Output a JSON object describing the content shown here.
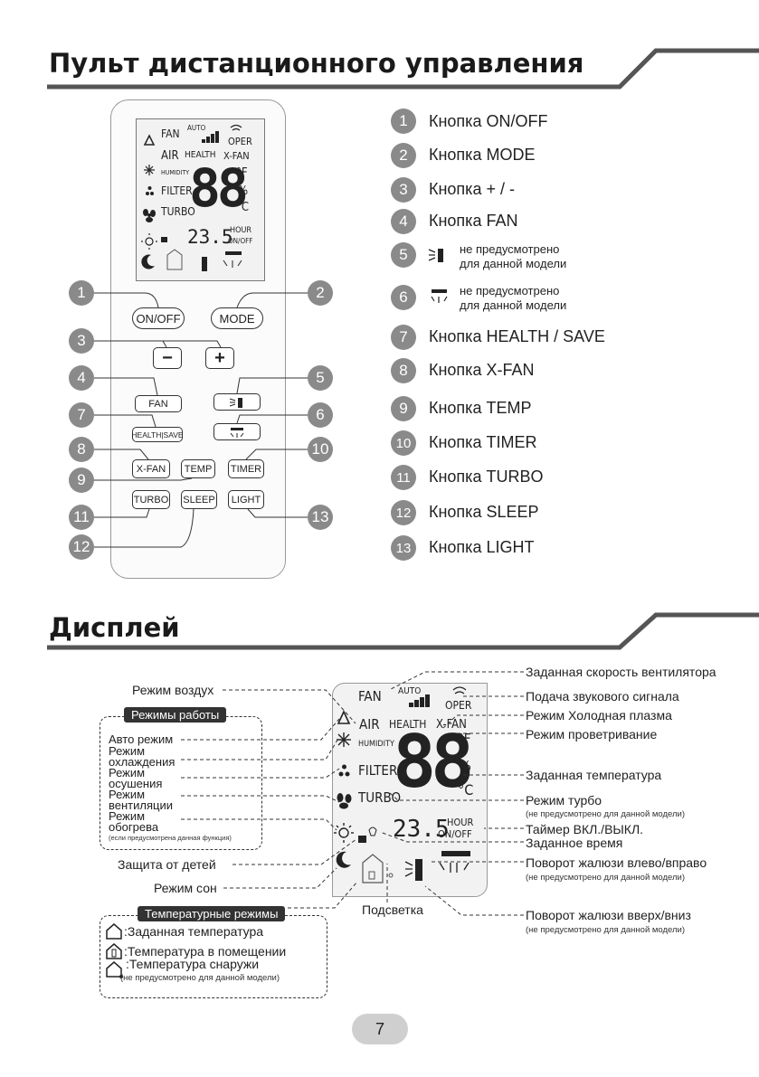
{
  "section1": {
    "title": "Пульт дистанционного управления"
  },
  "section2": {
    "title": "Дисплей"
  },
  "remote": {
    "screen": {
      "fan": "FAN",
      "auto": "AUTO",
      "oper": "OPER",
      "air": "AIR",
      "health": "HEALTH",
      "xfan": "X-FAN",
      "humidity": "HUMIDITY",
      "filter": "FILTER",
      "turbo": "TURBO",
      "digits": "88",
      "fahrenheit": "°F",
      "percent": "%",
      "celsius": "°C",
      "time": "23.5",
      "hour": "HOUR",
      "onoff": "ON/OFF"
    },
    "buttons": {
      "onoff": "ON/OFF",
      "mode": "MODE",
      "minus": "−",
      "plus": "+",
      "fan": "FAN",
      "health_save": "HEALTH|SAVE",
      "xfan": "X-FAN",
      "temp": "TEMP",
      "timer": "TIMER",
      "turbo": "TURBO",
      "sleep": "SLEEP",
      "light": "LIGHT"
    }
  },
  "callouts": [
    "1",
    "2",
    "3",
    "4",
    "5",
    "6",
    "7",
    "8",
    "9",
    "10",
    "11",
    "12",
    "13"
  ],
  "legend": [
    {
      "n": "1",
      "text": "Кнопка ON/OFF"
    },
    {
      "n": "2",
      "text": "Кнопка MODE"
    },
    {
      "n": "3",
      "text": "Кнопка + / -"
    },
    {
      "n": "4",
      "text": "Кнопка FAN"
    },
    {
      "n": "5",
      "text": "не предусмотрено",
      "text2": "для данной модели"
    },
    {
      "n": "6",
      "text": "не предусмотрено",
      "text2": "для данной модели"
    },
    {
      "n": "7",
      "text": "Кнопка HEALTH / SAVE"
    },
    {
      "n": "8",
      "text": "Кнопка X-FAN"
    },
    {
      "n": "9",
      "text": "Кнопка TEMP"
    },
    {
      "n": "10",
      "text": "Кнопка TIMER"
    },
    {
      "n": "11",
      "text": "Кнопка TURBO"
    },
    {
      "n": "12",
      "text": "Кнопка SLEEP"
    },
    {
      "n": "13",
      "text": "Кнопка LIGHT"
    }
  ],
  "display": {
    "fan": "FAN",
    "auto": "AUTO",
    "oper": "OPER",
    "air": "AIR",
    "health": "HEALTH",
    "xfan": "X-FAN",
    "humidity": "HUMIDITY",
    "filter": "FILTER",
    "turbo": "TURBO",
    "digits": "88",
    "fahrenheit": "°F",
    "percent": "%",
    "celsius": "°C",
    "time": "23.5",
    "hour": "HOUR",
    "onoff": "ON/OFF"
  },
  "display_labels": {
    "air_mode": "Режим воздух",
    "modes_title": "Режимы работы",
    "auto": "Авто режим",
    "cool": "Режим охлаждения",
    "dry": "Режим осушения",
    "fan": "Режим вентиляции",
    "heat": "Режим обогрева",
    "heat_note": "(если предусмотрена данная функция)",
    "child_lock": "Защита от детей",
    "sleep": "Режим сон",
    "light": "Подсветка",
    "temp_modes_title": "Температурные режимы",
    "set_temp": ":Заданная температура",
    "room_temp": ":Температура в помещении",
    "outdoor_temp": ":Температура снаружи",
    "outdoor_note": "(не предусмотрено для данной модели)",
    "fan_speed": "Заданная скорость вентилятора",
    "beep": "Подача звукового сигнала",
    "plasma": "Режим Холодная плазма",
    "ventilation": "Режим проветривание",
    "set_temperature": "Заданная температура",
    "turbo": "Режим турбо",
    "turbo_note": "(не предусмотрено для данной модели)",
    "timer": "Таймер ВКЛ./ВЫКЛ.",
    "set_time": "Заданное время",
    "swing_lr": "Поворот жалюзи влево/вправо",
    "swing_lr_note": "(не предусмотрено для данной модели)",
    "swing_ud": "Поворот жалюзи вверх/вниз",
    "swing_ud_note": "(не предусмотрено для данной модели)"
  },
  "page_number": "7"
}
